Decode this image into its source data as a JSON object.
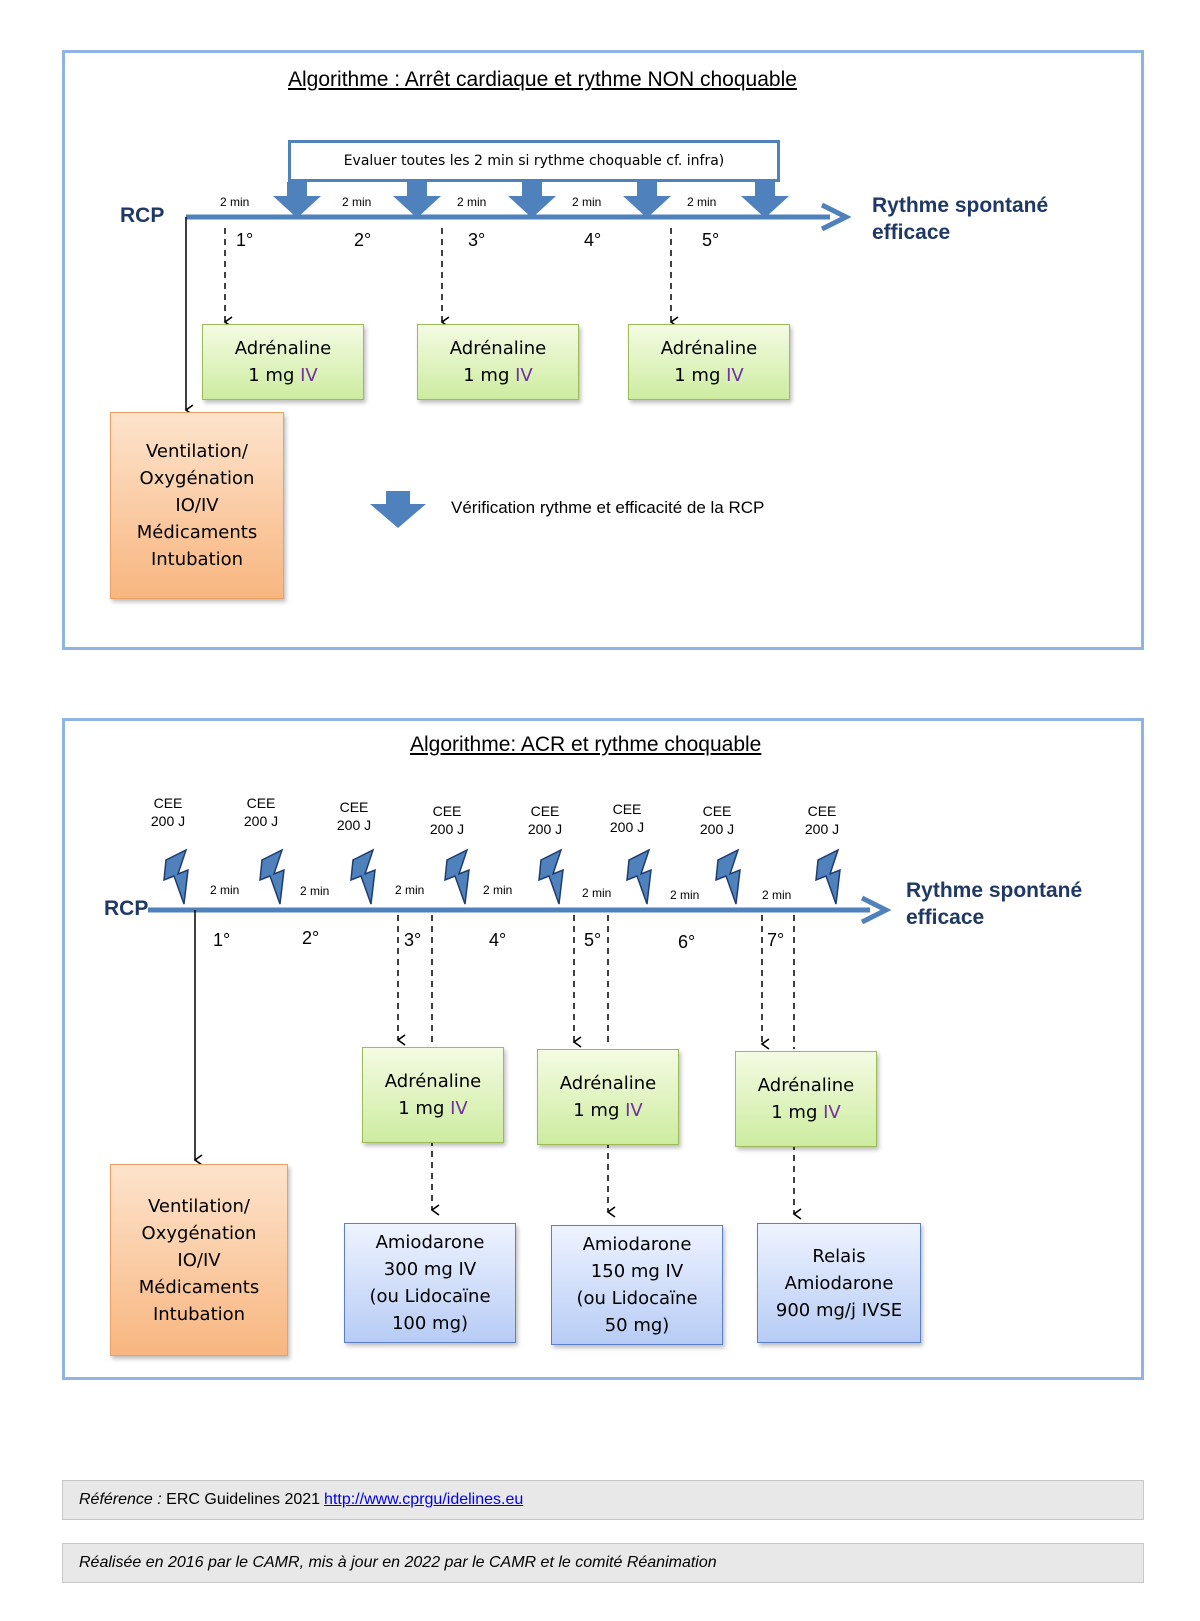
{
  "algo1": {
    "title": "Algorithme : Arrêt cardiaque et rythme NON choquable",
    "rcp": "RCP",
    "rythme": [
      "Rythme spontané",
      "efficace"
    ],
    "evaluate": "Evaluer toutes les 2 min si rythme choquable cf. infra)",
    "intervals": [
      "2 min",
      "2 min",
      "2 min",
      "2 min",
      "2 min"
    ],
    "cycles": [
      "1°",
      "2°",
      "3°",
      "4°",
      "5°"
    ],
    "adrenaline": [
      {
        "name": "Adrénaline",
        "dose": "1 mg",
        "route": "IV"
      },
      {
        "name": "Adrénaline",
        "dose": "1 mg",
        "route": "IV"
      },
      {
        "name": "Adrénaline",
        "dose": "1 mg",
        "route": "IV"
      }
    ],
    "support": [
      "Ventilation/",
      "Oxygénation",
      "IO/IV",
      "Médicaments",
      "Intubation"
    ],
    "legend": "Vérification rythme et efficacité de la  RCP"
  },
  "algo2": {
    "title": "Algorithme: ACR et rythme choquable",
    "rcp": "RCP",
    "rythme": [
      "Rythme spontané",
      "efficace"
    ],
    "shocks": [
      {
        "l1": "CEE",
        "l2": "200 J"
      },
      {
        "l1": "CEE",
        "l2": "200 J"
      },
      {
        "l1": "CEE",
        "l2": "200 J"
      },
      {
        "l1": "CEE",
        "l2": "200 J"
      },
      {
        "l1": "CEE",
        "l2": "200 J"
      },
      {
        "l1": "CEE",
        "l2": "200 J"
      },
      {
        "l1": "CEE",
        "l2": "200 J"
      },
      {
        "l1": "CEE",
        "l2": "200 J"
      }
    ],
    "intervals": [
      "2 min",
      "2 min",
      "2 min",
      "2 min",
      "2 min",
      "2 min",
      "2 min"
    ],
    "cycles": [
      "1°",
      "2°",
      "3°",
      "4°",
      "5°",
      "6°",
      "7°"
    ],
    "adrenaline": [
      {
        "name": "Adrénaline",
        "dose": "1 mg",
        "route": "IV"
      },
      {
        "name": "Adrénaline",
        "dose": "1 mg",
        "route": "IV"
      },
      {
        "name": "Adrénaline",
        "dose": "1 mg",
        "route": "IV"
      }
    ],
    "antiarrhythmic": [
      [
        "Amiodarone",
        "300 mg IV",
        "(ou Lidocaïne",
        "100 mg)"
      ],
      [
        "Amiodarone",
        "150 mg IV",
        "(ou Lidocaïne",
        "50 mg)"
      ],
      [
        "Relais",
        "Amiodarone",
        "900 mg/j IVSE"
      ]
    ],
    "support": [
      "Ventilation/",
      "Oxygénation",
      "IO/IV",
      "Médicaments",
      "Intubation"
    ]
  },
  "footer": {
    "ref_label": "Référence :",
    "ref_text": "ERC Guidelines 2021",
    "ref_link": "http://www.cprgu/idelines.eu",
    "credit": "Réalisée en 2016 par le CAMR, mis à jour en 2022 par le CAMR et le comité Réanimation"
  },
  "colors": {
    "frame": "#8eb4e3",
    "timeline": "#4f81bd",
    "title_text": "#1f3864",
    "route_text": "#7030a0",
    "adrenaline_fill": "#cdeca0",
    "support_fill": "#f8b680",
    "antiarrhythmic_fill": "#b7ccf5"
  },
  "icons": [
    "down-arrow-icon",
    "lightning-bolt-icon"
  ]
}
